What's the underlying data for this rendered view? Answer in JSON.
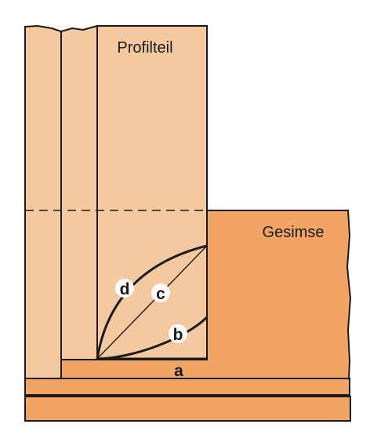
{
  "labels": {
    "profile_part": "Profilteil",
    "cornice": "Gesimse",
    "a": "a",
    "b": "b",
    "c": "c",
    "d": "d"
  },
  "colors": {
    "profile_fill": "#f5c9a0",
    "cornice_fill": "#f2a562",
    "stroke": "#1a1a1a",
    "marker_bg": "#ffffff"
  }
}
